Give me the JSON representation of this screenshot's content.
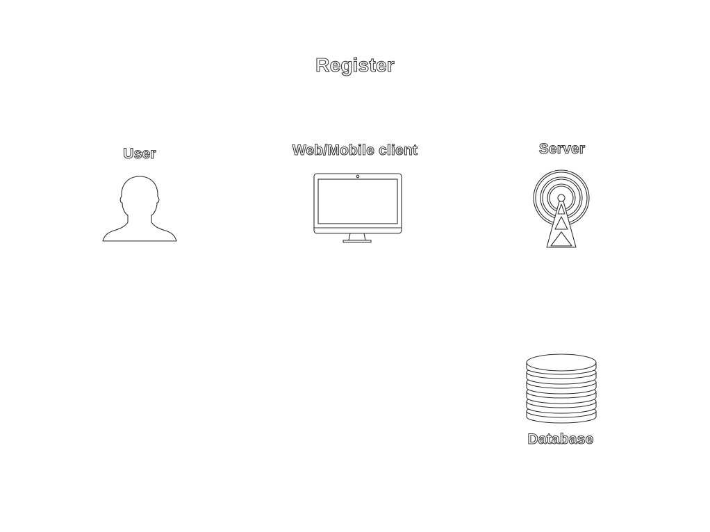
{
  "diagram": {
    "title": "Register",
    "nodes": {
      "user": {
        "label": "User",
        "icon": "user-silhouette-icon"
      },
      "client": {
        "label": "Web/Mobile client",
        "icon": "desktop-monitor-icon"
      },
      "server": {
        "label": "Server",
        "icon": "radio-tower-icon"
      },
      "database": {
        "label": "Database",
        "icon": "database-stack-icon"
      }
    }
  }
}
